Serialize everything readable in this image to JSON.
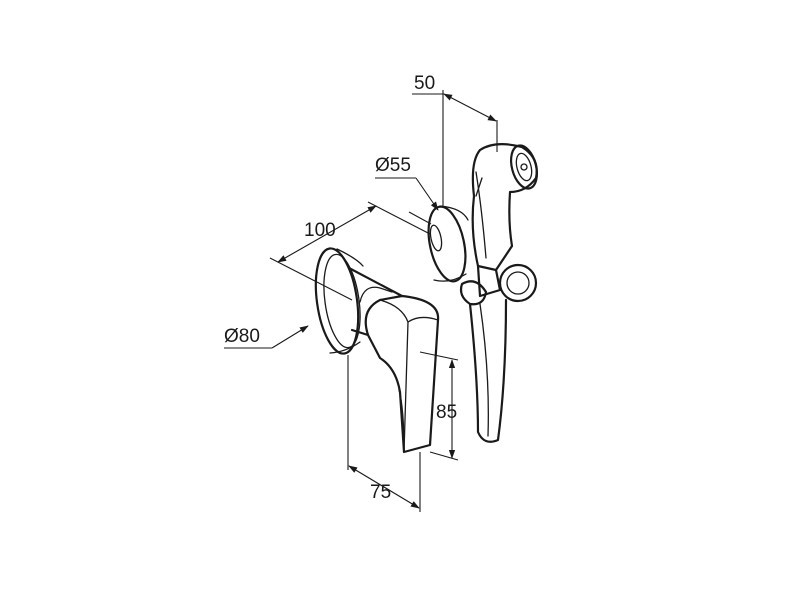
{
  "dimensions": {
    "spout_offset": "50",
    "holder_diameter": "Ø55",
    "depth": "100",
    "rosette_diameter": "Ø80",
    "lever_height": "85",
    "lever_width": "75"
  }
}
